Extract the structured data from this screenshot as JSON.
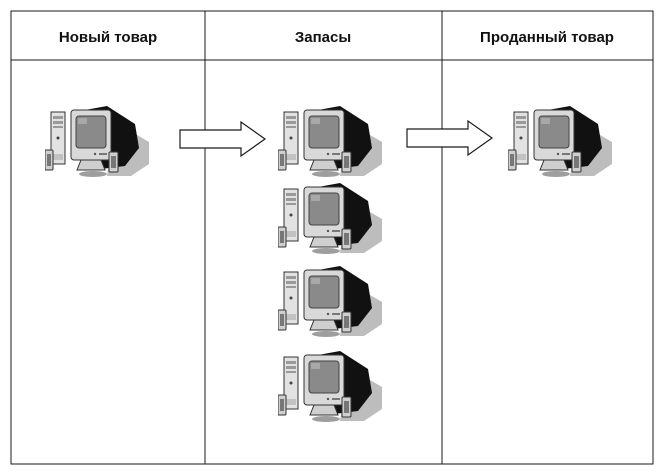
{
  "columns": [
    {
      "id": "new",
      "title": "Новый товар",
      "item_count": 1
    },
    {
      "id": "stock",
      "title": "Запасы",
      "item_count": 4
    },
    {
      "id": "sold",
      "title": "Проданный товар",
      "item_count": 1
    }
  ],
  "flows": [
    {
      "from": "new",
      "to": "stock"
    },
    {
      "from": "stock",
      "to": "sold"
    }
  ],
  "item_icon": "computer-icon",
  "colors": {
    "line": "#1a1a1a",
    "arrow_fill": "#ffffff",
    "screen": "#8a8a8a",
    "monitor_body": "#d9d9d9",
    "monitor_back": "#111111",
    "shadow": "#bdbdbd"
  }
}
